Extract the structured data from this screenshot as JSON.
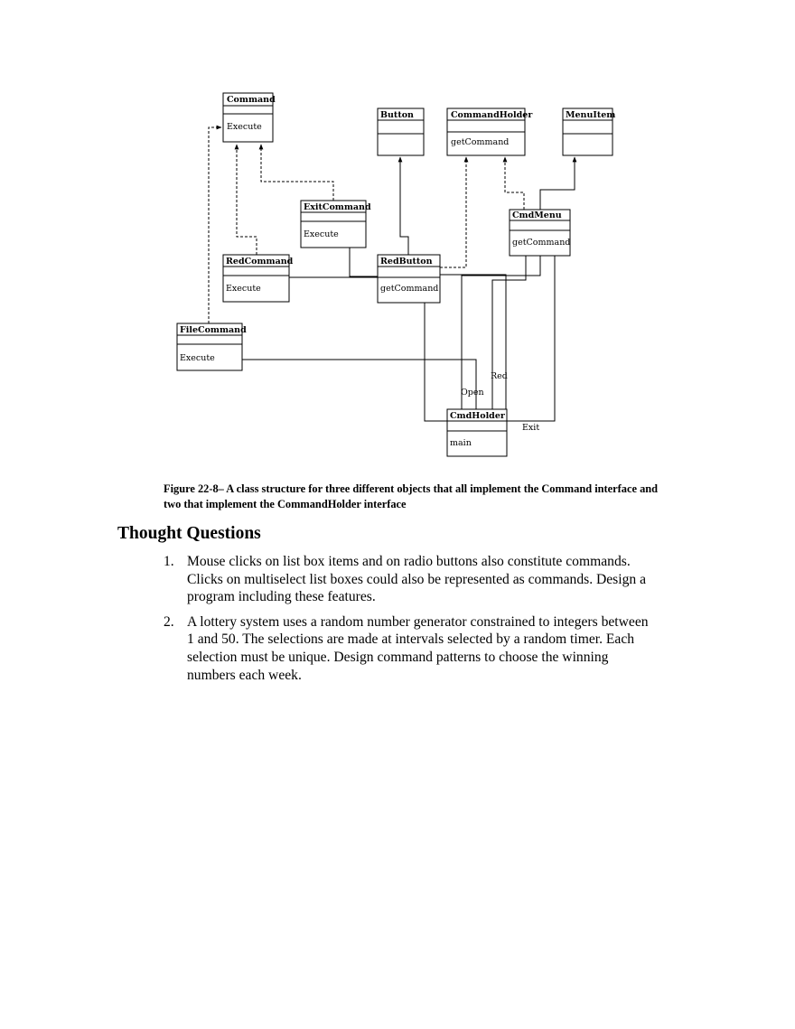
{
  "diagram": {
    "classes": [
      {
        "title": "Command",
        "op": "Execute"
      },
      {
        "title": "Button",
        "op": ""
      },
      {
        "title": "CommandHolder",
        "op": "getCommand"
      },
      {
        "title": "MenuItem",
        "op": ""
      },
      {
        "title": "ExitCommand",
        "op": "Execute"
      },
      {
        "title": "CmdMenu",
        "op": "getCommand"
      },
      {
        "title": "RedCommand",
        "op": "Execute"
      },
      {
        "title": "RedButton",
        "op": "getCommand"
      },
      {
        "title": "FileCommand",
        "op": "Execute"
      },
      {
        "title": "CmdHolder",
        "op": "main"
      }
    ],
    "labels": {
      "red": "Red",
      "open": "Open",
      "exit": "Exit"
    }
  },
  "caption": "Figure 22-8– A class structure for three different objects that all implement the Command interface and two that implement the CommandHolder interface",
  "section_title": "Thought Questions",
  "questions": [
    {
      "num": "1.",
      "text": "Mouse clicks on list box items and on radio buttons also constitute commands. Clicks on multiselect list boxes could also be represented as commands. Design a program including these features."
    },
    {
      "num": "2.",
      "text": "A lottery system uses a random number generator constrained to integers between 1 and 50. The selections are made at intervals selected by a random timer. Each selection must be unique. Design command patterns to choose the winning numbers each week."
    }
  ]
}
